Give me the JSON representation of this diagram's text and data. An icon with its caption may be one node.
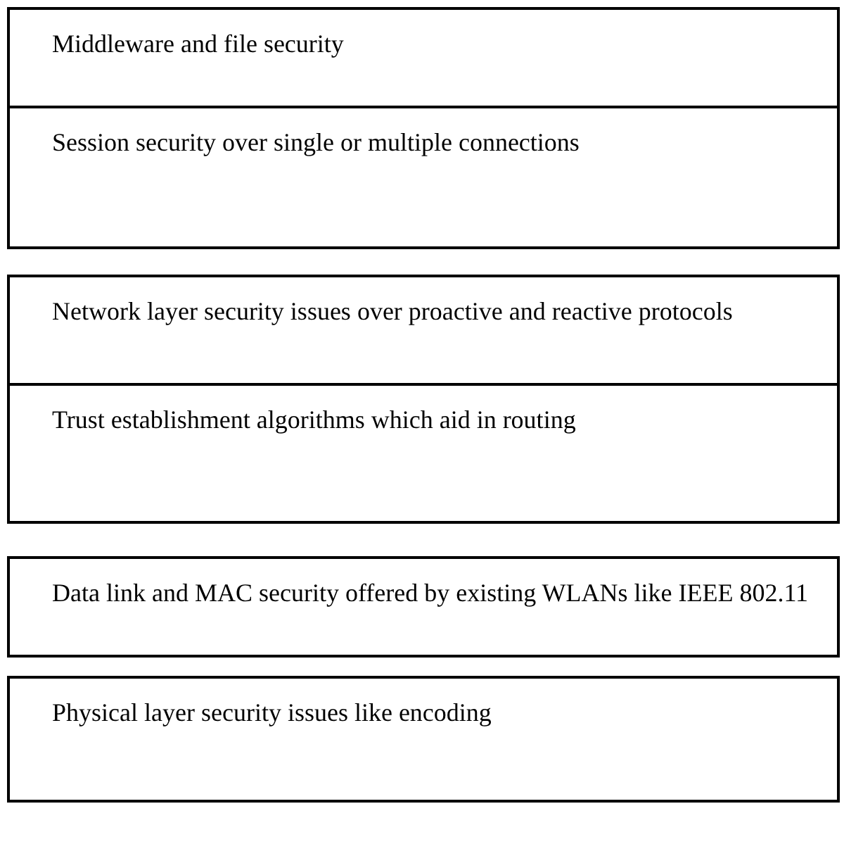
{
  "diagram": {
    "nodes": [
      {
        "text": [
          "Middleware and file security"
        ]
      },
      {
        "text": [
          "Session security over single or multiple connections"
        ]
      },
      {
        "text": [
          "Network layer security issues over proactive and reactive protocols"
        ]
      },
      {
        "text": [
          "Trust establishment algorithms which aid in routing"
        ]
      },
      {
        "text": [
          "Data link and MAC security offered by existing WLANs like IEEE 802.11"
        ]
      },
      {
        "text": [
          "Physical layer security issues like encoding"
        ]
      }
    ]
  }
}
